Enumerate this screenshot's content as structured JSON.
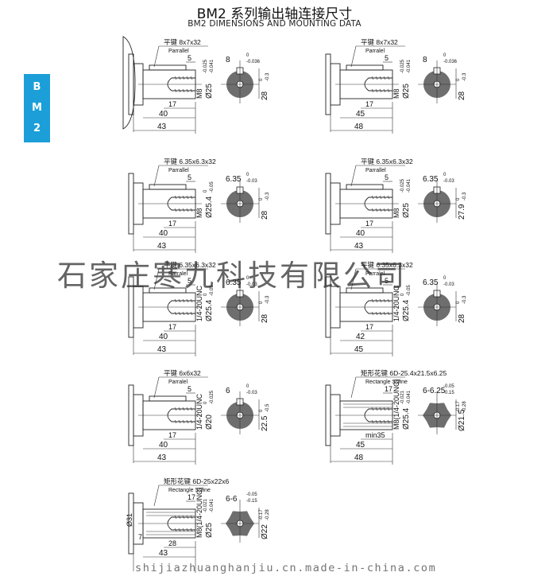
{
  "header": {
    "title": "BM2 系列输出轴连接尺寸",
    "subtitle": "BM2 DIMENSIONS AND MOUNTING DATA"
  },
  "side_tab": {
    "letters": [
      "B",
      "M",
      "2"
    ]
  },
  "drawings": [
    {
      "key_label": "平键  8x7x32",
      "key_en": "Parrallel",
      "key_dim": "5",
      "width_val": "8",
      "width_tol_top": "0",
      "width_tol_bot": "-0.036",
      "hole_label": "M8",
      "diam_text": "Ø25",
      "diam_tol_top": "-0.025",
      "diam_tol_bot": "-0.041",
      "depth_val": "28",
      "depth_tol_top": "0",
      "depth_tol_bot": "-0.3",
      "dim_17": "17",
      "dim_a": "40",
      "dim_b": "43"
    },
    {
      "key_label": "平键  8x7x32",
      "key_en": "Parralel",
      "key_dim": "5",
      "width_val": "8",
      "width_tol_top": "0",
      "width_tol_bot": "-0.036",
      "hole_label": "M8",
      "diam_text": "Ø25",
      "diam_tol_top": "-0.025",
      "diam_tol_bot": "-0.041",
      "depth_val": "28",
      "depth_tol_top": "0",
      "depth_tol_bot": "-0.3",
      "dim_17": "17",
      "dim_a": "45",
      "dim_b": "48"
    },
    {
      "key_label": "平键  6.35x6.3x32",
      "key_en": "Parrallel",
      "key_dim": "5",
      "width_val": "6.35",
      "width_tol_top": "0",
      "width_tol_bot": "-0.03",
      "hole_label": "M8",
      "diam_text": "Ø25.4",
      "diam_tol_top": "0",
      "diam_tol_bot": "-0.05",
      "depth_val": "28",
      "depth_tol_top": "0",
      "depth_tol_bot": "-0.3",
      "dim_17": "17",
      "dim_a": "40",
      "dim_b": "43"
    },
    {
      "key_label": "平键  6.35x6.3x32",
      "key_en": "Parrallel",
      "key_dim": "5",
      "width_val": "6.35",
      "width_tol_top": "0",
      "width_tol_bot": "-0.03",
      "hole_label": "M8",
      "diam_text": "Ø25",
      "diam_tol_top": "-0.025",
      "diam_tol_bot": "-0.041",
      "depth_val": "27.9",
      "depth_tol_top": "0",
      "depth_tol_bot": "-0.3",
      "dim_17": "17",
      "dim_a": "40",
      "dim_b": "43"
    },
    {
      "key_label": "平键  6.35x6.3x32",
      "key_en": "Parralel",
      "key_dim": "5",
      "width_val": "6.35",
      "width_tol_top": "0",
      "width_tol_bot": "-0.03",
      "hole_label": "1/4-20UNC",
      "diam_text": "Ø25.4",
      "diam_tol_top": "0",
      "diam_tol_bot": "-0.05",
      "depth_val": "28",
      "depth_tol_top": "0",
      "depth_tol_bot": "-0.3",
      "dim_17": "17",
      "dim_a": "40",
      "dim_b": "43"
    },
    {
      "key_label": "平键  6.35x6.3x32",
      "key_en": "Parralel",
      "key_dim": "5",
      "width_val": "6.35",
      "width_tol_top": "0",
      "width_tol_bot": "-0.03",
      "hole_label": "1/4-20UNC",
      "diam_text": "Ø25.4",
      "diam_tol_top": "0",
      "diam_tol_bot": "-0.05",
      "depth_val": "28",
      "depth_tol_top": "0",
      "depth_tol_bot": "-0.3",
      "dim_17": "17",
      "dim_a": "42",
      "dim_b": "45"
    },
    {
      "key_label": "平键  6x6x32",
      "key_en": "Parralel",
      "key_dim": "5",
      "width_val": "6",
      "width_tol_top": "0",
      "width_tol_bot": "-0.03",
      "hole_label": "1/4-20UNC",
      "diam_text": "Ø20",
      "diam_tol_top": "0",
      "diam_tol_bot": "-0.025",
      "depth_val": "22.5",
      "depth_tol_top": "0",
      "depth_tol_bot": "-0.5",
      "dim_17": "17",
      "dim_a": "40",
      "dim_b": "43"
    },
    {
      "key_label": "矩形花键  6D-25.4x21.5x6.25",
      "key_en": "Rectangle Spline",
      "key_dim": "17",
      "width_val": "6-6.25",
      "width_tol_top": "-0.05",
      "width_tol_bot": "-0.15",
      "hole_label": "M8(1/4-20UNC)",
      "diam_text": "Ø25.4",
      "diam_tol_top": "-0.021",
      "diam_tol_bot": "-0.041",
      "depth_val": "Ø21.5",
      "depth_tol_top": "-0.17",
      "depth_tol_bot": "-0.28",
      "dim_17": "min35",
      "dim_a": "45",
      "dim_b": "48"
    },
    {
      "key_label": "矩形花键  6D-25x22x6",
      "key_en": "Rectangle Spline",
      "key_dim": "17",
      "width_val": "6-6",
      "width_tol_top": "-0.05",
      "width_tol_bot": "-0.15",
      "hole_label": "M8(1/4-20UNC)",
      "diam_text": "Ø25",
      "diam_tol_top": "-0.021",
      "diam_tol_bot": "-0.041",
      "depth_val": "Ø22",
      "depth_tol_top": "-0.17",
      "depth_tol_bot": "-0.28",
      "dim_17": "28",
      "dim_a": "43",
      "dim_b": "",
      "dim_7": "7",
      "dim_phi": "Ø31"
    }
  ],
  "watermark": {
    "company": "石家庄寒九科技有限公司",
    "url": "shijiazhuanghanjiu.cn.made-in-china.com"
  }
}
